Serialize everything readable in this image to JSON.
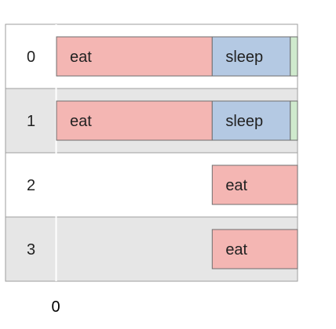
{
  "chart_data": {
    "type": "timeline",
    "rows": [
      "0",
      "1",
      "2",
      "3"
    ],
    "segments": [
      {
        "row": "0",
        "label": "eat",
        "start": 0.0,
        "end": 0.646
      },
      {
        "row": "0",
        "label": "sleep",
        "start": 0.646,
        "end": 0.97
      },
      {
        "row": "0",
        "label": "",
        "start": 0.97,
        "end": 1.0
      },
      {
        "row": "1",
        "label": "eat",
        "start": 0.0,
        "end": 0.646
      },
      {
        "row": "1",
        "label": "sleep",
        "start": 0.646,
        "end": 0.97
      },
      {
        "row": "1",
        "label": "",
        "start": 0.97,
        "end": 1.0
      },
      {
        "row": "2",
        "label": "eat",
        "start": 0.646,
        "end": 1.0
      },
      {
        "row": "3",
        "label": "eat",
        "start": 0.646,
        "end": 1.0
      }
    ],
    "x_ticks": [
      "0"
    ],
    "x_range": [
      0,
      1
    ],
    "colors": {
      "eat": "#f4b6b3",
      "sleep": "#b4c9e3",
      "": "#cfeacd",
      "row_even": "#ffffff",
      "row_odd": "#e6e6e6",
      "border": "#9e9e9e"
    },
    "grid": false,
    "legend": "none"
  }
}
